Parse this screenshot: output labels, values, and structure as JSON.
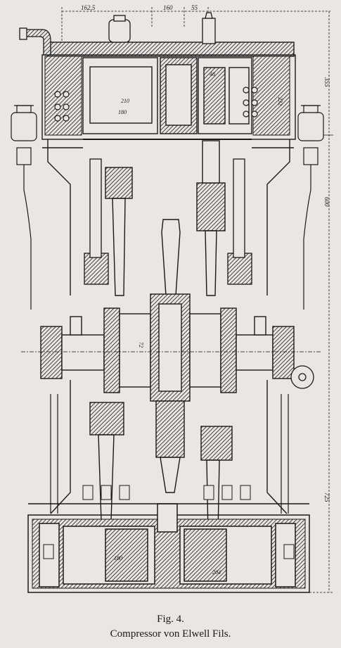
{
  "figure": {
    "label": "Fig. 4.",
    "title": "Compressor von Elwell Fils."
  },
  "dimensions": {
    "top_left": "162,5",
    "top_mid": "160",
    "top_right": "55",
    "right_upper": "355",
    "right_mid": "600",
    "right_lower": "725",
    "inner_210": "210",
    "inner_180_top": "180",
    "inner_46": "46",
    "inner_232": "232",
    "inner_72": "72",
    "bottom_180": "180",
    "bottom_204": "204"
  },
  "colors": {
    "paper": "#e9e6e4",
    "ink": "#1a1a1a"
  }
}
